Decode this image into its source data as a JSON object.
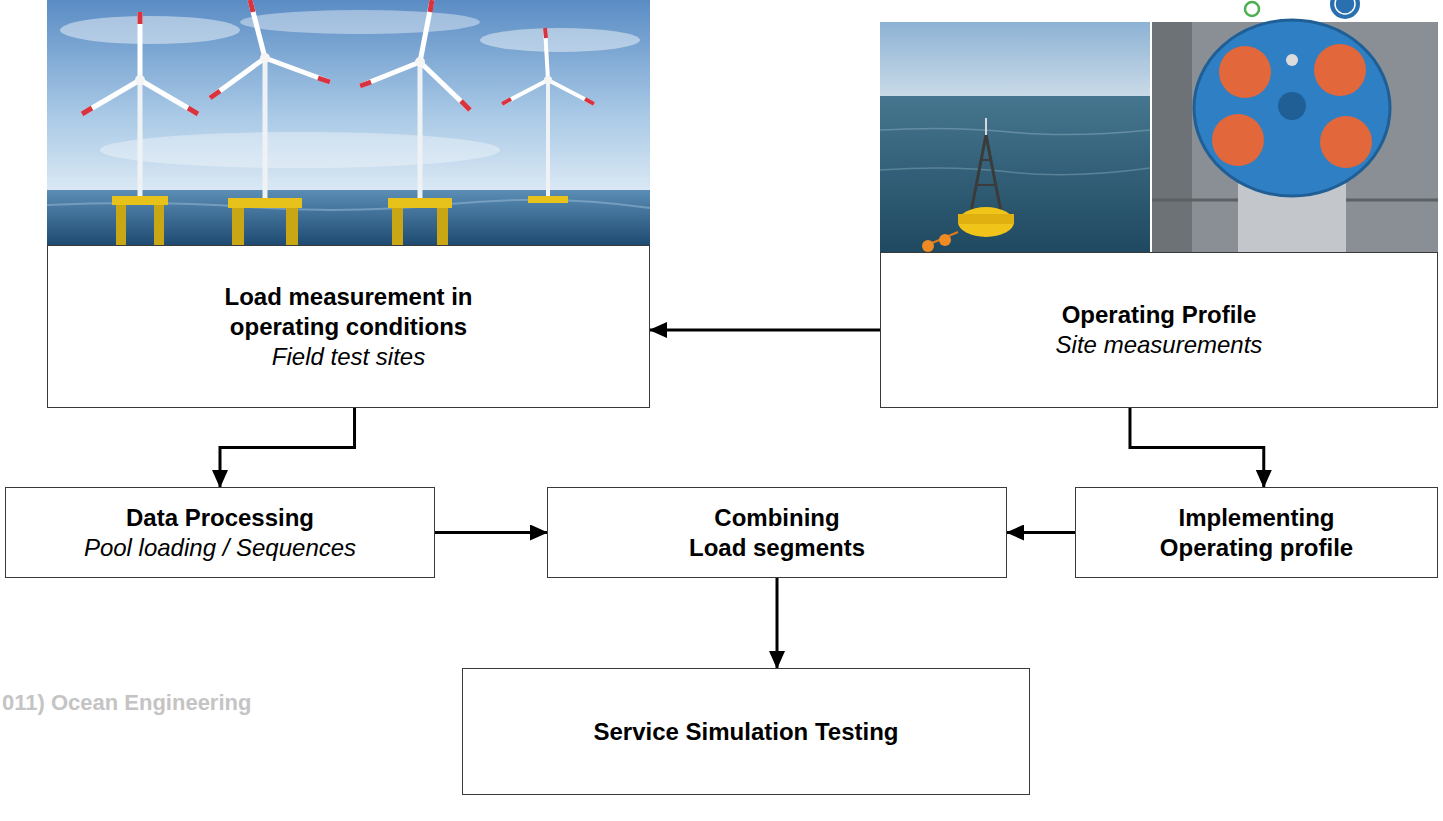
{
  "diagram": {
    "nodes": [
      {
        "text": [
          "Load measurement in operating conditions",
          "Field test sites"
        ]
      },
      {
        "text": [
          "Operating Profile",
          "Site measurements"
        ]
      },
      {
        "text": [
          "Data Processing",
          "Pool loading / Sequences"
        ]
      },
      {
        "text": [
          "Combining Load segments"
        ]
      },
      {
        "text": [
          "Implementing Operating profile"
        ]
      },
      {
        "text": [
          "Service Simulation Testing"
        ]
      }
    ],
    "edges": [
      {
        "from": 1,
        "to": 0,
        "arrow": "to"
      },
      {
        "from": 0,
        "to": 2,
        "arrow": "to"
      },
      {
        "from": 1,
        "to": 4,
        "arrow": "to"
      },
      {
        "from": 2,
        "to": 3,
        "arrow": "to"
      },
      {
        "from": 4,
        "to": 3,
        "arrow": "to"
      },
      {
        "from": 3,
        "to": 5,
        "arrow": "to"
      }
    ],
    "labels": [
      "011) Ocean Engineering"
    ]
  }
}
